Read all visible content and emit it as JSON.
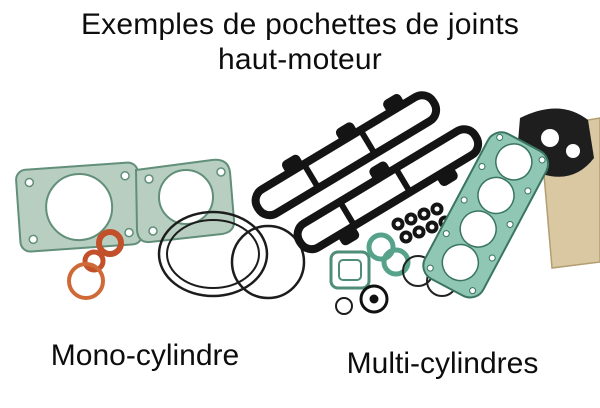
{
  "title": {
    "line1": "Exemples de pochettes de joints",
    "line2": "haut-moteur"
  },
  "captions": {
    "mono": "Mono-cylindre",
    "multi": "Multi-cylindres"
  },
  "colors": {
    "background": "#ffffff",
    "text": "#0d0d0d",
    "gasket_green_fill": "#b7cec0",
    "gasket_green_outline": "#628f7a",
    "gasket_teal_fill": "#8fc7b4",
    "gasket_teal_outline": "#39755f",
    "o_ring_orange": "#c2502a",
    "o_ring_orange_light": "#cf6a38",
    "rubber_black": "#161616",
    "paper_tan": "#d9c8a2",
    "paper_tan_outline": "#b39e72"
  }
}
